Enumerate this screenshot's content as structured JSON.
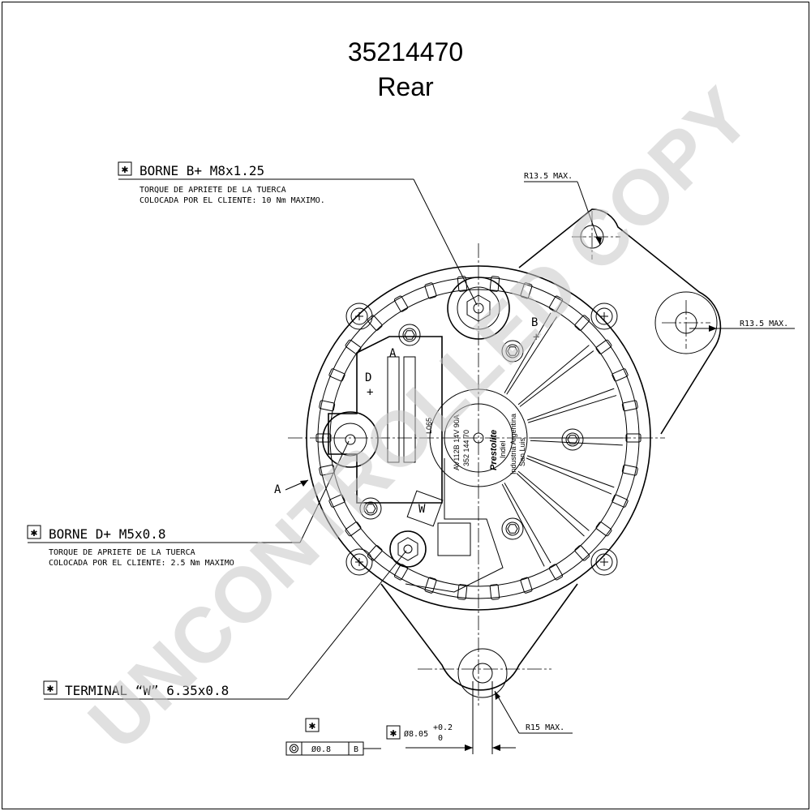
{
  "header": {
    "part_number": "35214470",
    "view": "Rear"
  },
  "callouts": {
    "b_plus": {
      "label": "BORNE B+ M8x1.25",
      "note_line1": "TORQUE DE APRIETE DE LA TUERCA",
      "note_line2": "COLOCADA POR EL CLIENTE: 10 Nm MAXIMO."
    },
    "d_plus": {
      "label": "BORNE D+ M5x0.8",
      "note_line1": "TORQUE DE APRIETE DE LA TUERCA",
      "note_line2": "COLOCADA POR EL CLIENTE: 2.5 Nm MAXIMO"
    },
    "terminal_w": {
      "label": "TERMINAL “W” 6.35x0.8"
    }
  },
  "dimensions": {
    "r_top": "R13.5 MAX.",
    "r_right": "R13.5 MAX.",
    "r_bottom": "R15 MAX.",
    "hole_diameter": "Ø8.05",
    "hole_tol_upper": "+0.2",
    "hole_tol_lower": "0",
    "position_tolerance": "Ø0.8",
    "datum": "B",
    "section_mark": "A"
  },
  "terminal_marks": {
    "b_plus_a": "B",
    "b_plus_b": "+",
    "d_plus_a": "D",
    "d_plus_b": "+",
    "a": "A",
    "w": "W"
  },
  "nameplate": {
    "brand": "Prestolite",
    "sub_brand": "Indiel",
    "model": "AV112B 14V 90A",
    "part": "352 144 70",
    "origin_line1": "Industria Argentina",
    "origin_line2": "San Luis",
    "code": "L065"
  },
  "watermark": {
    "text": "UNCONTROLLED COPY",
    "color": "#c8c8c8"
  },
  "colors": {
    "line": "#000000",
    "background": "#ffffff"
  },
  "icons": {
    "critical_characteristic": "asterisk-box-icon",
    "concentricity": "concentric-circles-icon"
  }
}
